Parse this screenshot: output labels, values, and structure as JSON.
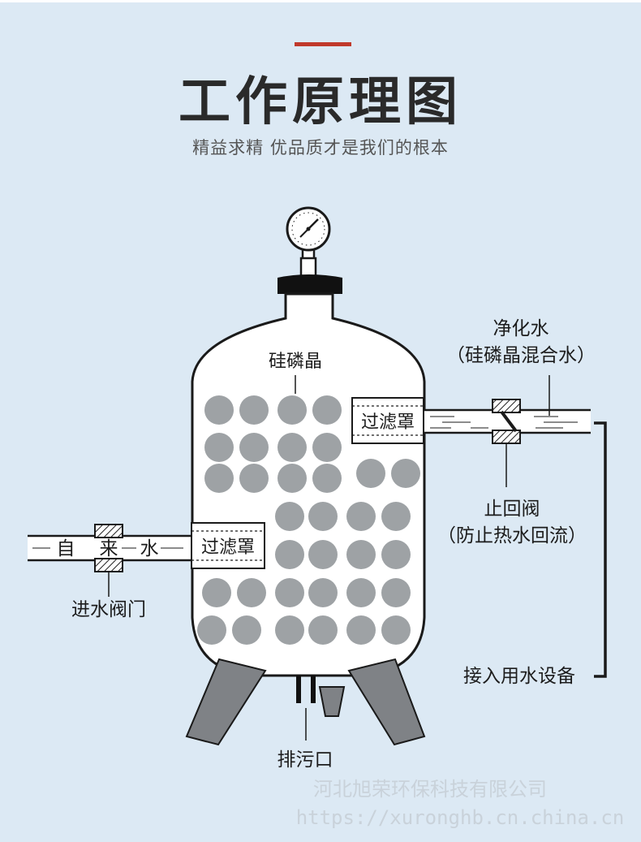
{
  "header": {
    "title": "工作原理图",
    "subtitle": "精益求精  优品质才是我们的根本"
  },
  "labels": {
    "media": "硅磷晶",
    "filter_right": "过滤罩",
    "filter_left": "过滤罩",
    "inlet_chars": [
      "自",
      "来",
      "水"
    ],
    "inlet_valve": "进水阀门",
    "outlet_line1": "净化水",
    "outlet_line2": "（硅磷晶混合水）",
    "check_valve_line1": "止回阀",
    "check_valve_line2": "（防止热水回流）",
    "equipment": "接入用水设备",
    "drain": "排污口"
  },
  "watermark": {
    "company": "河北旭荣环保科技有限公司",
    "url": "https://xuronghb.cn.china.cn"
  },
  "colors": {
    "background": "#dce9f4",
    "accent": "#c0392b",
    "title": "#2a2a2a",
    "outline": "#1a1a1a",
    "media_ball": "#9ea2a5",
    "leg": "#7f8286",
    "cap": "#111111",
    "watermark": "#c9d2da"
  },
  "icons": [
    "pressure-gauge-icon",
    "valve-icon",
    "check-valve-icon"
  ]
}
